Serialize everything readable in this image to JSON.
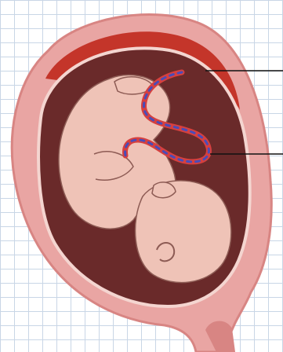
{
  "diagram": {
    "subject": "fetus-in-uterus-illustration",
    "colors": {
      "grid": "#c9d6e6",
      "uterine_wall": "#e9a5a3",
      "uterine_wall_shadow": "#d88583",
      "cavity": "#6a2a2a",
      "placenta": "#c4352a",
      "fetus_skin": "#efc3b7",
      "fetus_outline": "#8d5b54",
      "cord_red": "#d6403f",
      "cord_blue": "#4a4cb8",
      "pointer_line": "#111111"
    },
    "labels": [
      {
        "id": "placenta-label",
        "text": ""
      },
      {
        "id": "umbilical-cord-label",
        "text": ""
      }
    ]
  }
}
